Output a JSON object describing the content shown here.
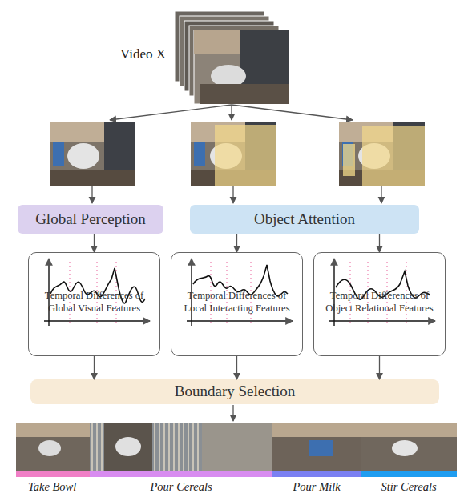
{
  "diagram": {
    "nodes": [
      {
        "text": [
          "Global Perception"
        ]
      },
      {
        "text": [
          "Object Attention"
        ]
      },
      {
        "text": [
          "Temporal Differences of Global Visual Features"
        ]
      },
      {
        "text": [
          "Temporal Differences of Local Interacting Features"
        ]
      },
      {
        "text": [
          "Temporal Differences of Object Relational Features"
        ]
      },
      {
        "text": [
          "Boundary Selection"
        ]
      }
    ],
    "edges": [
      {
        "from": 0,
        "to": 2,
        "arrow": "to"
      },
      {
        "from": 1,
        "to": 3,
        "arrow": "to"
      },
      {
        "from": 1,
        "to": 4,
        "arrow": "to"
      },
      {
        "from": 2,
        "to": 5,
        "arrow": "to"
      },
      {
        "from": 3,
        "to": 5,
        "arrow": "to"
      },
      {
        "from": 4,
        "to": 5,
        "arrow": "to"
      }
    ],
    "labels": [
      "Video X",
      "Take Bowl",
      "Pour Cereals",
      "Pour Milk",
      "Stir Cereals"
    ]
  }
}
